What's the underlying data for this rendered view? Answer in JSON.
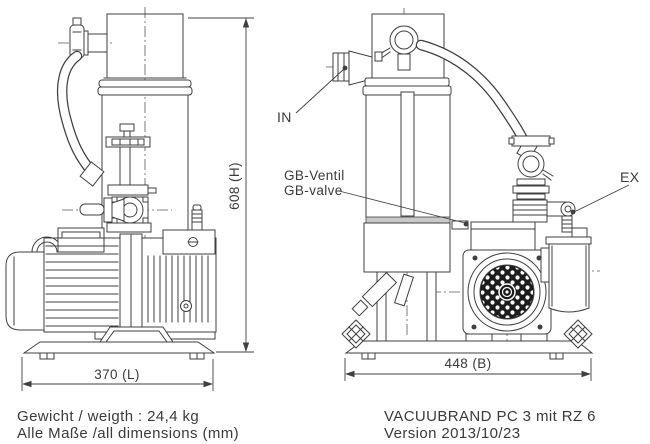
{
  "annotations": {
    "in": "IN",
    "ex": "EX",
    "gb_ventil": "GB-Ventil",
    "gb_valve": "GB-valve"
  },
  "dimensions": {
    "height": "608 (H)",
    "length": "370 (L)",
    "width": "448 (B)"
  },
  "footer": {
    "weight": "Gewicht / weigth : 24,4 kg",
    "units": "Alle Maße /all dimensions (mm)",
    "model": "VACUUBRAND PC 3 mit RZ 6",
    "version": "Version 2013/10/23"
  },
  "colors": {
    "line": "#3f3f3f",
    "background": "#ffffff",
    "light_gray": "#c9c9c9",
    "dark_fill": "#1c1c1c"
  }
}
